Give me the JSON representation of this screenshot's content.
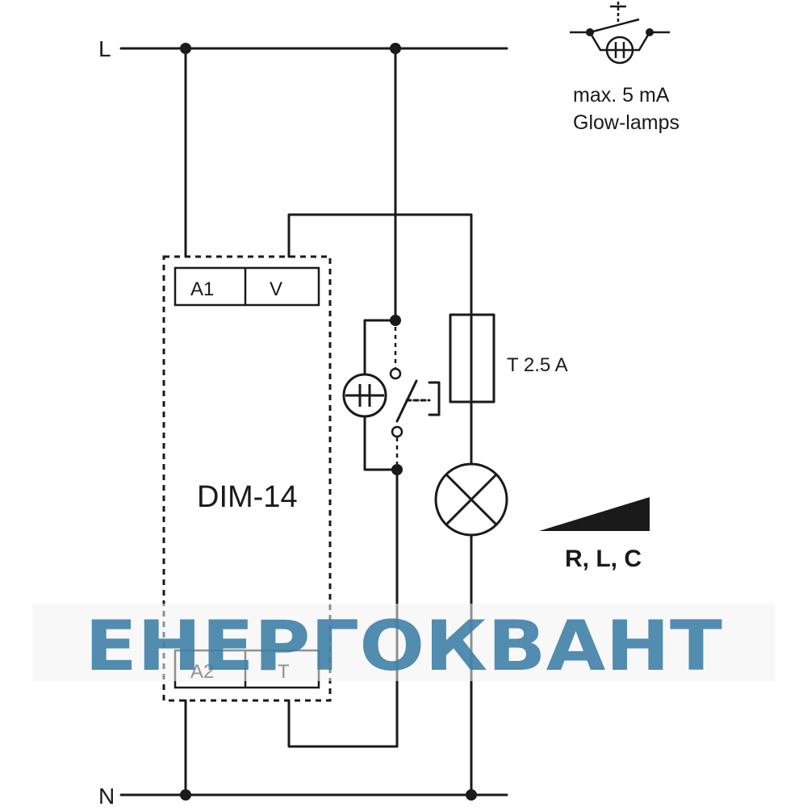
{
  "lines": {
    "live": "L",
    "neutral": "N"
  },
  "device": {
    "name": "DIM-14",
    "terminals": {
      "a1": "A1",
      "v": "V",
      "a2": "A2",
      "t": "T"
    }
  },
  "fuse": {
    "rating": "T 2.5 A"
  },
  "load": {
    "types": "R, L, C"
  },
  "legend": {
    "line1": "max. 5 mA",
    "line2": "Glow-lamps"
  },
  "watermark": {
    "text": "ЕНЕРГОКВАНТ",
    "color": "#3c7ea6"
  }
}
